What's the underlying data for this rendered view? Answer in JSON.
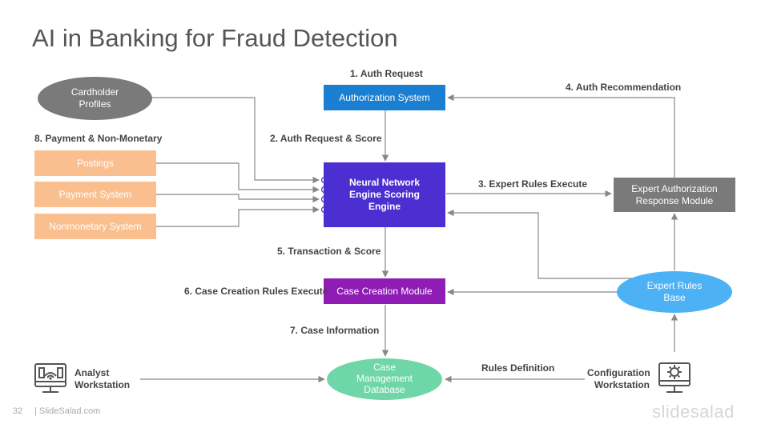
{
  "title": "AI in Banking for Fraud Detection",
  "nodes": {
    "cardholder": "Cardholder\nProfiles",
    "authorization": "Authorization System",
    "neural": "Neural Network\nEngine  Scoring\nEngine",
    "expert_auth": "Expert Authorization\nResponse Module",
    "postings": "Postings",
    "payment": "Payment System",
    "nonmonetary": "Nonmonetary System",
    "case_creation": "Case Creation Module",
    "expert_rules": "Expert Rules\nBase",
    "case_mgmt": "Case\nManagement\nDatabase",
    "analyst": "Analyst\nWorkstation",
    "configuration": "Configuration\nWorkstation"
  },
  "edge_labels": {
    "auth_request": "1. Auth Request",
    "auth_request_score": "2. Auth Request & Score",
    "expert_rules_execute": "3. Expert Rules Execute",
    "auth_recommendation": "4. Auth Recommendation",
    "transaction_score": "5. Transaction & Score",
    "case_creation_rules": "6. Case Creation Rules Execute",
    "case_information": "7. Case Information",
    "payment_nonmonetary": "8.  Payment & Non-Monetary",
    "rules_definition": "Rules Definition"
  },
  "footer": {
    "page_number": "32",
    "site": "| SlideSalad.com",
    "brand": "slidesalad"
  },
  "colors": {
    "authorization": "#1a7fd1",
    "neural": "#4b2fd1",
    "case_creation": "#8e1cb5",
    "gray_node": "#7a7a7a",
    "orange_node": "#f9bf8f",
    "blue_ellipse": "#4db1f5",
    "green_ellipse": "#6fd6a8",
    "arrow": "#888888"
  }
}
